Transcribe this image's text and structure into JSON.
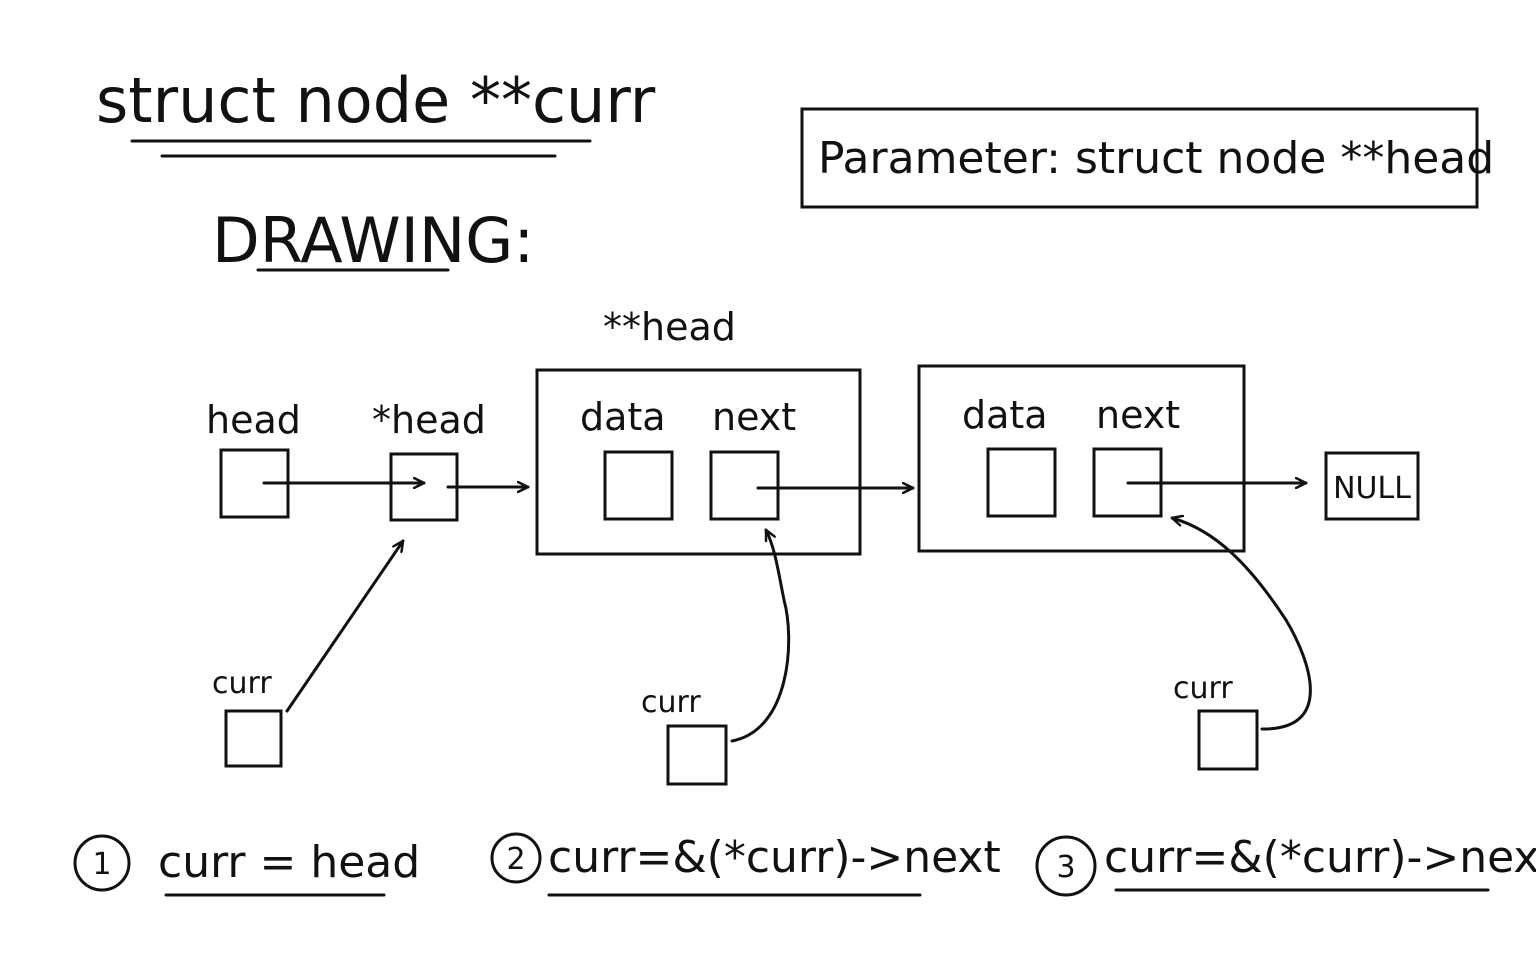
{
  "title": "struct node **curr",
  "parameter_box": {
    "text": "Parameter: struct node **head"
  },
  "drawing_label": "DRAWING:",
  "diagram": {
    "head_label": "head",
    "deref_head_label": "*head",
    "double_deref_head_label": "**head",
    "node1": {
      "data_label": "data",
      "next_label": "next"
    },
    "node2": {
      "data_label": "data",
      "next_label": "next"
    },
    "null_label": "NULL",
    "curr_labels": [
      "curr",
      "curr",
      "curr"
    ]
  },
  "steps": [
    {
      "number": "1",
      "code": "curr = head"
    },
    {
      "number": "2",
      "code": "curr=&(*curr)->next"
    },
    {
      "number": "3",
      "code": "curr=&(*curr)->next"
    }
  ]
}
